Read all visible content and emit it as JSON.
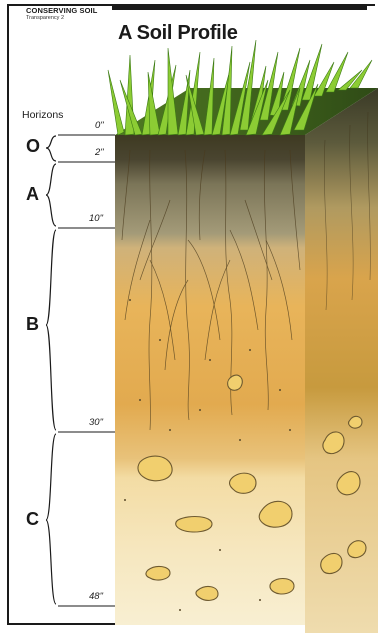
{
  "header": {
    "series": "CONSERVING SOIL",
    "transparency": "Transparency 2",
    "title": "A Soil Profile"
  },
  "horizons": {
    "heading": "Horizons",
    "layers": [
      {
        "id": "O",
        "top": "0\"",
        "bottom": "2\""
      },
      {
        "id": "A",
        "top": "2\"",
        "bottom": "10\""
      },
      {
        "id": "B",
        "top": "10\"",
        "bottom": "30\""
      },
      {
        "id": "C",
        "top": "30\"",
        "bottom": "48\""
      }
    ]
  },
  "colors": {
    "grass": "#7cc02a",
    "o_horizon": "#3c3a24",
    "a_horizon": "#8a8464",
    "b_horizon": "#e2b45c",
    "c_horizon": "#f6e7b8"
  }
}
